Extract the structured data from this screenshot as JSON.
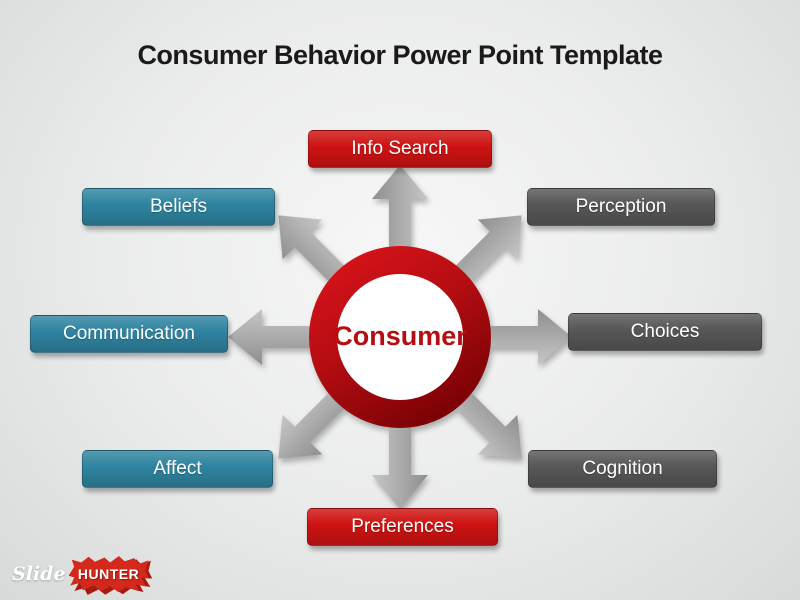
{
  "title": "Consumer Behavior Power Point Template",
  "center": {
    "label": "Consumer"
  },
  "nodes": [
    {
      "id": "info-search",
      "label": "Info Search",
      "color": "red",
      "position": "top"
    },
    {
      "id": "beliefs",
      "label": "Beliefs",
      "color": "teal",
      "position": "top-left"
    },
    {
      "id": "perception",
      "label": "Perception",
      "color": "gray",
      "position": "top-right"
    },
    {
      "id": "communication",
      "label": "Communication",
      "color": "teal",
      "position": "left"
    },
    {
      "id": "choices",
      "label": "Choices",
      "color": "gray",
      "position": "right"
    },
    {
      "id": "affect",
      "label": "Affect",
      "color": "teal",
      "position": "bottom-left"
    },
    {
      "id": "cognition",
      "label": "Cognition",
      "color": "gray",
      "position": "bottom-right"
    },
    {
      "id": "preferences",
      "label": "Preferences",
      "color": "red",
      "position": "bottom"
    }
  ],
  "logo": {
    "slide": "Slide",
    "hunter": "HUNTER"
  },
  "colors": {
    "title-text": "#1a1a1a",
    "node-text": "#ffffff",
    "box-red": "#ce1312",
    "box-red-dark": "#8f0709",
    "box-teal": "#2f84a0",
    "box-teal-dark": "#1d5e75",
    "box-gray": "#575757",
    "box-gray-dark": "#383838",
    "arrow-gray": "#a8a8a8",
    "ring-red": "#b50d11",
    "logo-red": "#d3291c"
  }
}
